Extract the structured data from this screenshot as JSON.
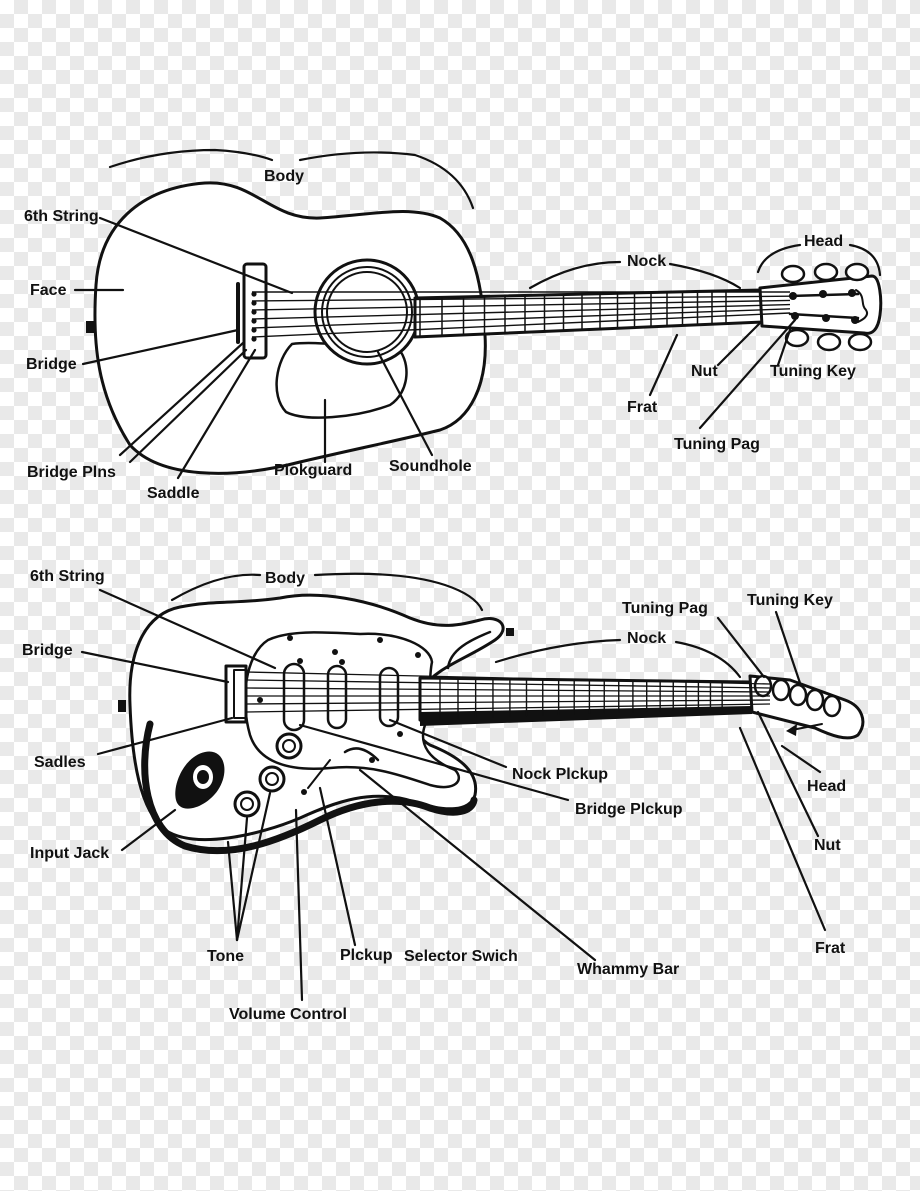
{
  "acoustic": {
    "body": "Body",
    "sixth_string": "6th String",
    "face": "Face",
    "bridge": "Bridge",
    "bridge_pins": "Bridge Plns",
    "saddle": "Saddle",
    "pickguard": "Plokguard",
    "soundhole": "Soundhole",
    "neck": "Nock",
    "head": "Head",
    "nut": "Nut",
    "tuning_key": "Tuning Key",
    "fret": "Frat",
    "tuning_peg": "Tuning Pag"
  },
  "electric": {
    "sixth_string": "6th String",
    "body": "Body",
    "bridge": "Bridge",
    "tuning_peg": "Tuning Pag",
    "tuning_key": "Tuning Key",
    "neck": "Nock",
    "saddles": "Sadles",
    "neck_pickup": "Nock Plckup",
    "bridge_pickup": "Bridge Plckup",
    "head": "Head",
    "input_jack": "Input Jack",
    "nut": "Nut",
    "tone": "Tone",
    "pickup": "Plckup",
    "selector_switch": "Selector Swich",
    "whammy_bar": "Whammy Bar",
    "fret": "Frat",
    "volume_control": "Volume Control"
  },
  "colors": {
    "ink": "#111111",
    "paper": "#ffffff",
    "checker": "#e9e9e9"
  }
}
